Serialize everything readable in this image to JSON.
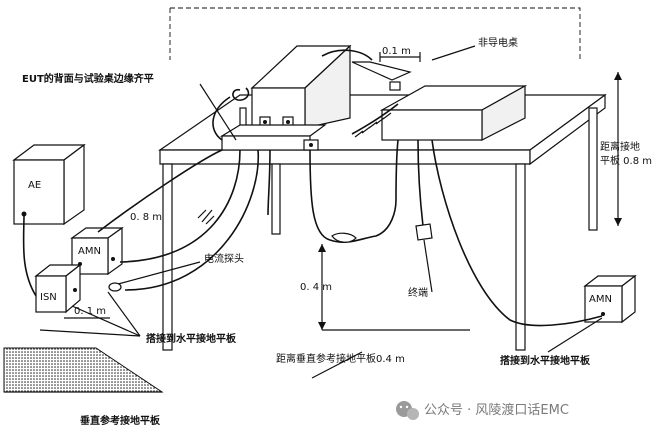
{
  "labels": {
    "nonconductive_table": "非导电桌",
    "eut_alignment": "EUT的背面与试验桌边缘齐平",
    "dist_01m_top": "0.1 m",
    "dist_from_ground_line1": "距离接地",
    "dist_from_ground_line2": "平板 0.8 m",
    "ae": "AE",
    "amn_left": "AMN",
    "isn": "ISN",
    "dist_08m": "0. 8 m",
    "current_probe": "电流探头",
    "dist_01m_bottom": "0. 1 m",
    "dist_04m": "0. 4 m",
    "termination": "终端",
    "bond_left": "搭接到水平接地平板",
    "dist_vertical_ref": "距离垂直参考接地平板0.4 m",
    "bond_right": "搭接到水平接地平板",
    "amn_right": "AMN",
    "vertical_ref_plane": "垂直参考接地平板"
  },
  "watermark": {
    "icon": "wechat-icon",
    "text": "公众号 · 风陵渡口话EMC"
  }
}
